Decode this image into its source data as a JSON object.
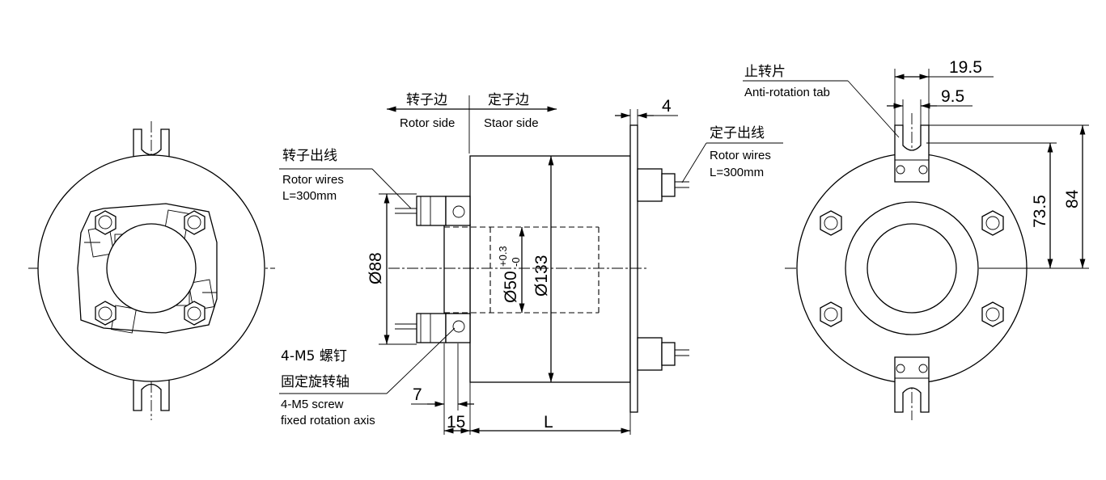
{
  "labels": {
    "rotor_side_zh": "转子边",
    "rotor_side_en": "Rotor side",
    "stator_side_zh": "定子边",
    "stator_side_en": "Staor side",
    "rotor_wires_zh": "转子出线",
    "rotor_wires_en": "Rotor wires",
    "rotor_wires_len": "L=300mm",
    "stator_wires_zh": "定子出线",
    "stator_wires_en": "Rotor wires",
    "stator_wires_len": "L=300mm",
    "screw_zh_1": "4-M5 螺钉",
    "screw_zh_2": "固定旋转轴",
    "screw_en_1": "4-M5 screw",
    "screw_en_2": "fixed rotation axis",
    "tab_zh": "止转片",
    "tab_en": "Anti-rotation tab"
  },
  "dimensions": {
    "flange_thickness": "4",
    "bolt_circle": "Ø88",
    "bore": "Ø50",
    "bore_tol_upper": "+0.3",
    "bore_tol_lower": "-0",
    "body_dia": "Ø133",
    "offset_7": "7",
    "offset_15": "15",
    "length": "L",
    "tab_width": "19.5",
    "tab_slot": "9.5",
    "height_73": "73.5",
    "height_84": "84"
  }
}
